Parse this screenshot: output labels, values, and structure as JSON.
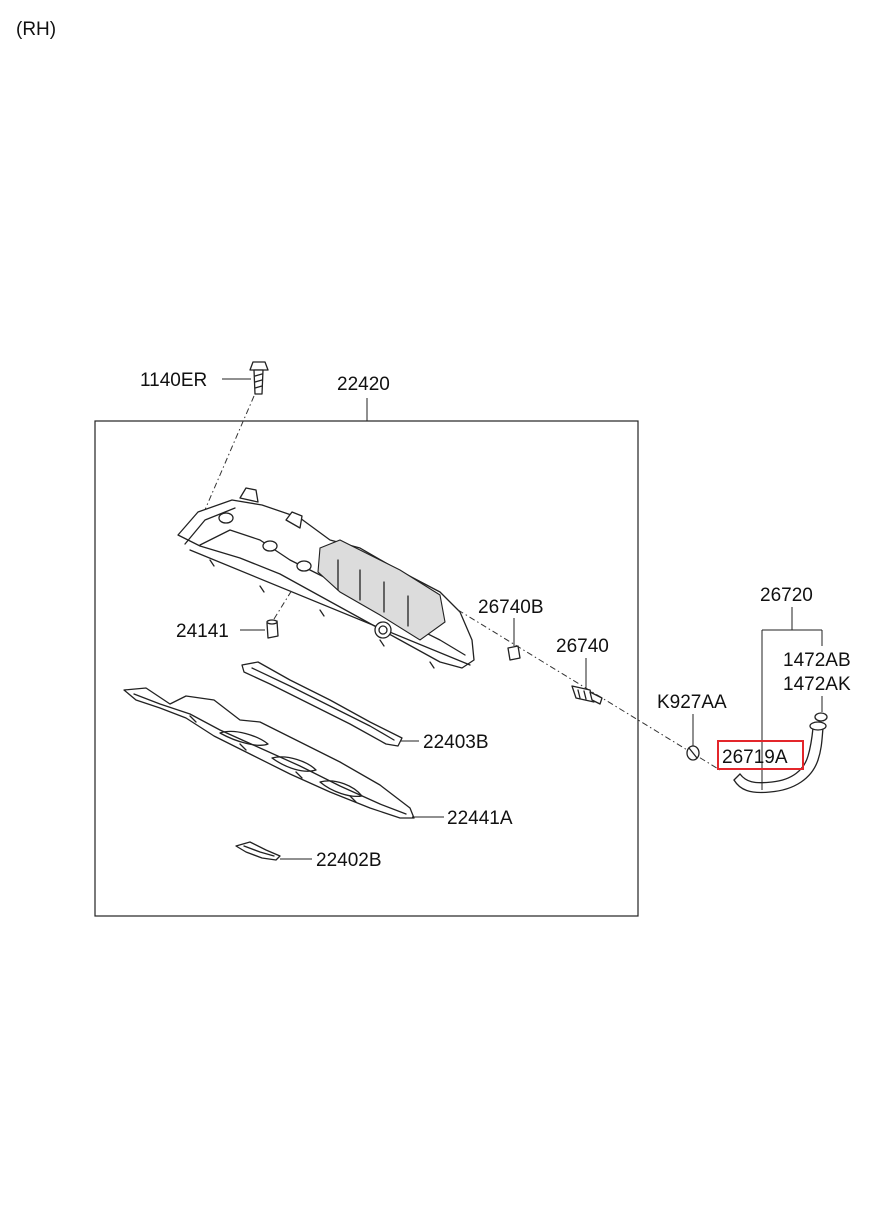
{
  "view_label": "(RH)",
  "labels": {
    "bolt": "1140ER",
    "assembly": "22420",
    "plug": "24141",
    "grommet": "26740B",
    "pcv_valve": "26740",
    "clamp": "K927AA",
    "hose_set": "26720",
    "clamp_1": "1472AB",
    "clamp_2": "1472AK",
    "hose": "26719A",
    "gasket_upper": "22403B",
    "gasket_main": "22441A",
    "gasket_small": "22402B"
  },
  "highlight_color": "#e3262b"
}
